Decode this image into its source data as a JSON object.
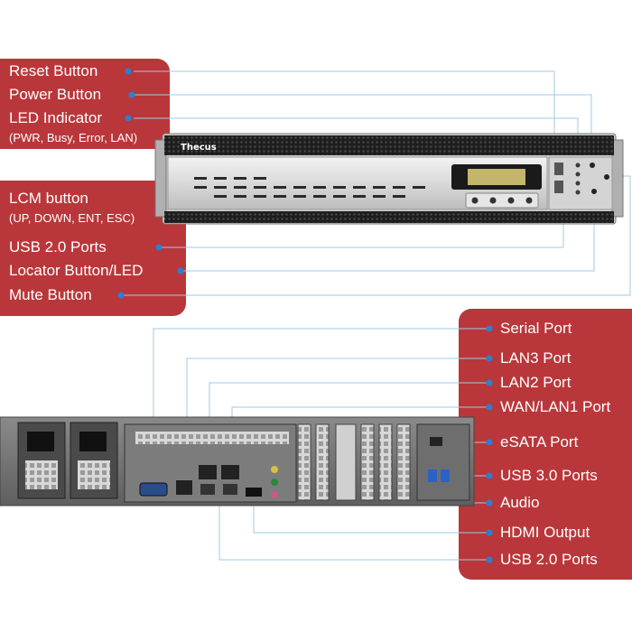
{
  "front_labels": {
    "reset_button": "Reset Button",
    "power_button": "Power Button",
    "led_indicator": "LED Indicator",
    "led_indicator_detail": "(PWR, Busy, Error, LAN)",
    "lcm_button": "LCM button",
    "lcm_button_detail": "(UP, DOWN, ENT, ESC)",
    "usb_20_ports": "USB 2.0 Ports",
    "locator_button": "Locator Button/LED",
    "mute_button": "Mute Button"
  },
  "rear_labels": {
    "serial_port": "Serial Port",
    "lan3_port": "LAN3 Port",
    "lan2_port": "LAN2 Port",
    "wan_lan1_port": "WAN/LAN1 Port",
    "esata_port": "eSATA Port",
    "usb_30_ports": "USB 3.0 Ports",
    "audio": "Audio",
    "hdmi_output": "HDMI Output",
    "usb_20_ports": "USB 2.0 Ports"
  },
  "device": {
    "brand": "Thecus"
  },
  "colors": {
    "panel": "#b9373a",
    "leader_line": "#9fc8e6",
    "dot": "#2a7fd4"
  }
}
